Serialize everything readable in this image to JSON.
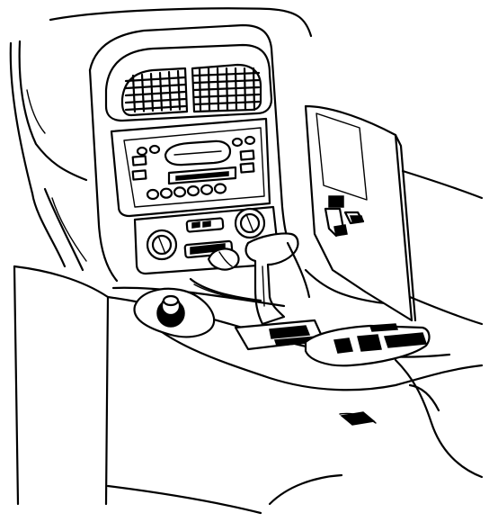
{
  "illustration": {
    "kind": "line-art",
    "subject_parts": [
      "center-console",
      "air-vent-left",
      "air-vent-right",
      "radio-unit",
      "climate-control-panel",
      "gear-shift-lever",
      "cup-holder",
      "side-trim-panel",
      "panel-clip"
    ],
    "colors": {
      "ink": "#000000",
      "paper": "#ffffff"
    }
  }
}
